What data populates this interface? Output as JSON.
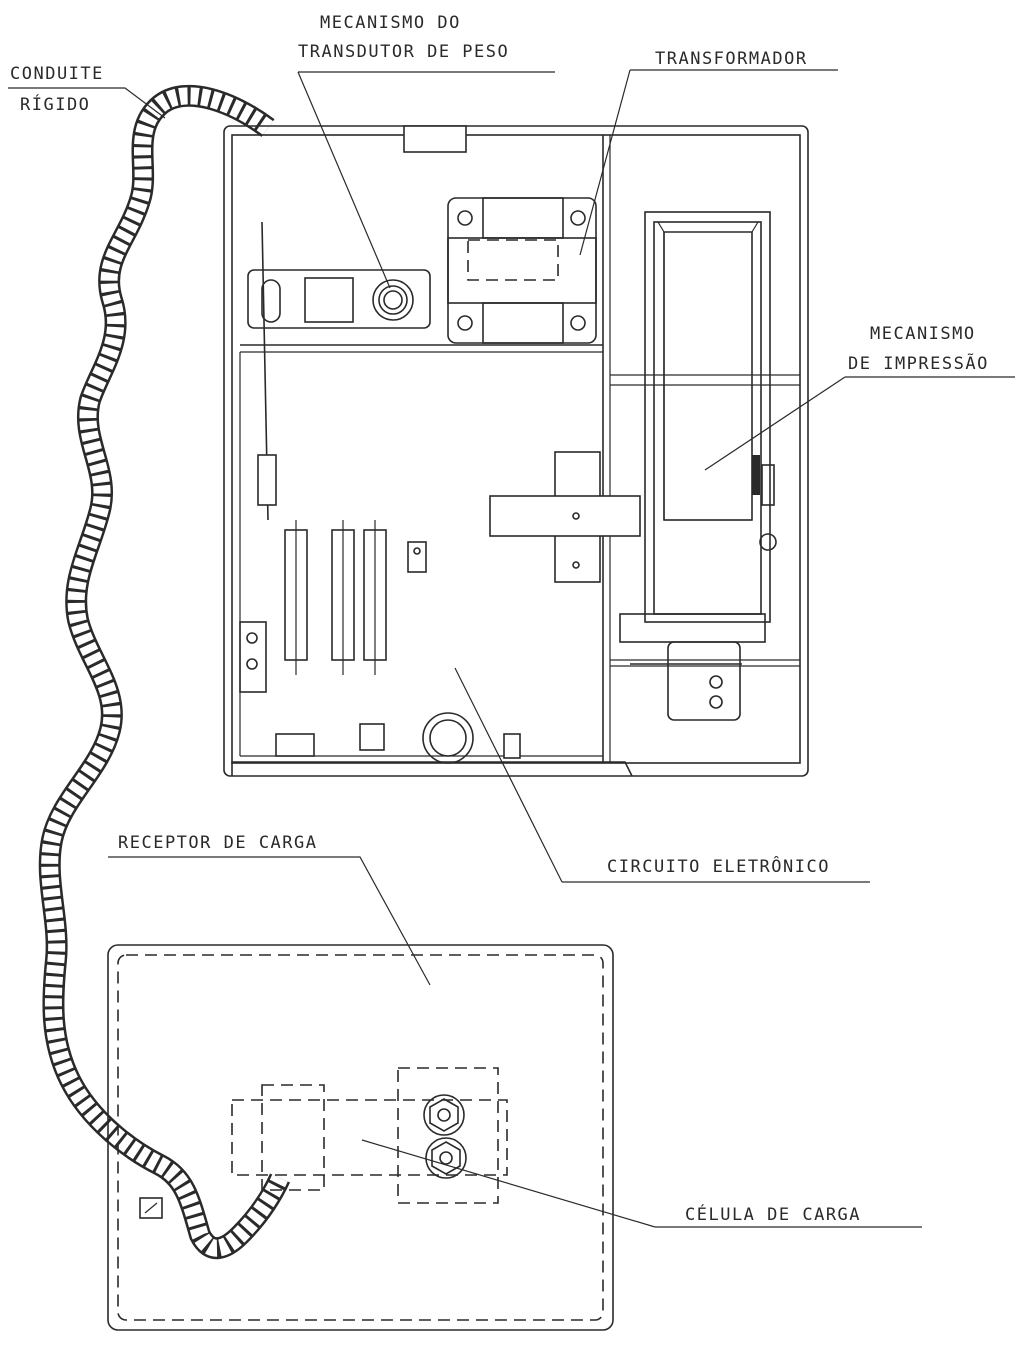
{
  "labels": {
    "conduit_line1": "CONDUITE",
    "conduit_line2": "RÍGIDO",
    "transducer_line1": "MECANISMO DO",
    "transducer_line2": "TRANSDUTOR DE PESO",
    "transformer": "TRANSFORMADOR",
    "printer_line1": "MECANISMO",
    "printer_line2": "DE IMPRESSÃO",
    "circuit": "CIRCUITO ELETRÔNICO",
    "load_receptor": "RECEPTOR DE CARGA",
    "load_cell": "CÉLULA DE CARGA"
  }
}
